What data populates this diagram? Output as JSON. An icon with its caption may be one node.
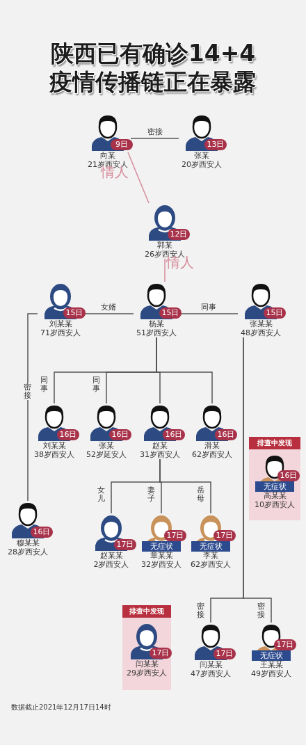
{
  "diagram": {
    "title": "陕西已有确诊14+4疫情传播链正在暴露",
    "caption": "数据截止2021年12月17日14时",
    "nodes": [
      {
        "text": [
          "9日",
          "向某",
          "21岁西安人"
        ]
      },
      {
        "text": [
          "13日",
          "张某",
          "20岁西安人"
        ]
      },
      {
        "text": [
          "12日",
          "郭某",
          "26岁西安人"
        ]
      },
      {
        "text": [
          "15日",
          "刘某某",
          "71岁西安人"
        ]
      },
      {
        "text": [
          "15日",
          "杨某",
          "51岁西安人"
        ]
      },
      {
        "text": [
          "15日",
          "张某某",
          "48岁西安人"
        ]
      },
      {
        "text": [
          "16日",
          "刘某某",
          "38岁西安人"
        ]
      },
      {
        "text": [
          "16日",
          "张某",
          "52岁延安人"
        ]
      },
      {
        "text": [
          "16日",
          "赵某",
          "31岁西安人"
        ]
      },
      {
        "text": [
          "16日",
          "滑某",
          "62岁西安人"
        ]
      },
      {
        "text": [
          "排查中发现"
        ]
      },
      {
        "text": [
          "16日",
          "无症状",
          "高某某",
          "10岁西安人"
        ],
        "in": 10
      },
      {
        "text": [
          "16日",
          "穆某某",
          "28岁西安人"
        ]
      },
      {
        "text": [
          "17日",
          "赵某某",
          "2岁西安人"
        ]
      },
      {
        "text": [
          "17日",
          "无症状",
          "章某某",
          "32岁西安人"
        ]
      },
      {
        "text": [
          "17日",
          "无症状",
          "李某",
          "62岁西安人"
        ]
      },
      {
        "text": [
          "排查中发现"
        ]
      },
      {
        "text": [
          "17日",
          "闫某某",
          "29岁西安人"
        ],
        "in": 16
      },
      {
        "text": [
          "17日",
          "闫某某",
          "47岁西安人"
        ]
      },
      {
        "text": [
          "17日",
          "无症状",
          "王某某",
          "49岁西安人"
        ]
      }
    ],
    "edges": [
      {
        "from": 0,
        "to": 1,
        "arrow": "none",
        "label": "密接"
      },
      {
        "from": 0,
        "to": 2,
        "arrow": "none",
        "label": "情人",
        "color": "#d68c9c"
      },
      {
        "from": 2,
        "to": 4,
        "arrow": "none",
        "label": "情人",
        "color": "#d68c9c"
      },
      {
        "from": 3,
        "to": 4,
        "arrow": "none",
        "label": "女婿"
      },
      {
        "from": 4,
        "to": 5,
        "arrow": "none",
        "label": "同事"
      },
      {
        "from": 3,
        "to": 12,
        "arrow": "none",
        "label": "密接"
      },
      {
        "from": 4,
        "to": 6,
        "arrow": "none",
        "label": "同事"
      },
      {
        "from": 4,
        "to": 7,
        "arrow": "none",
        "label": "同事"
      },
      {
        "from": 4,
        "to": 8,
        "arrow": "none"
      },
      {
        "from": 4,
        "to": 9,
        "arrow": "none"
      },
      {
        "from": 8,
        "to": 13,
        "arrow": "none",
        "label": "女儿"
      },
      {
        "from": 8,
        "to": 14,
        "arrow": "none",
        "label": "妻子"
      },
      {
        "from": 8,
        "to": 15,
        "arrow": "none",
        "label": "岳母"
      },
      {
        "from": 5,
        "to": 18,
        "arrow": "none",
        "label": "密接"
      },
      {
        "from": 5,
        "to": 19,
        "arrow": "none",
        "label": "密接"
      }
    ]
  }
}
